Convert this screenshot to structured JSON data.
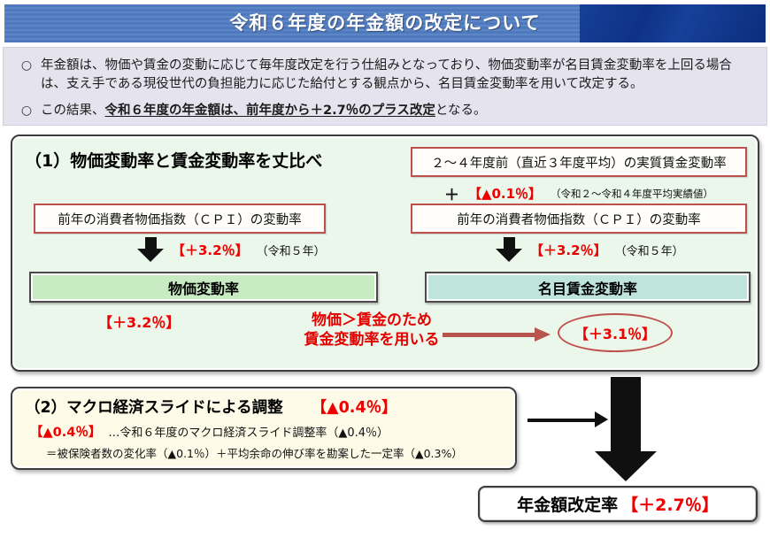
{
  "header": {
    "title": "令和６年度の年金額の改定について"
  },
  "intro": {
    "bullet_marker": "○",
    "bullet1": "年金額は、物価や賃金の変動に応じて毎年度改定を行う仕組みとなっており、物価変動率が名目賃金変動率を上回る場合は、支え手である現役世代の負担能力に応じた給付とする観点から、名目賃金変動率を用いて改定する。",
    "bullet2_pre": "この結果、",
    "bullet2_em": "令和６年度の年金額は、前年度から＋2.7％のプラス改定",
    "bullet2_post": "となる。"
  },
  "section1": {
    "heading": "（1）物価変動率と賃金変動率を丈比べ",
    "real_wage_box": "２～４年度前（直近３年度平均）の実質賃金変動率",
    "plus_sign": "＋",
    "plus_value": "【▲0.1％】",
    "plus_note": "（令和２～令和４年度平均実績値）",
    "left_cpi_box": "前年の消費者物価指数（ＣＰＩ）の変動率",
    "right_cpi_box": "前年の消費者物価指数（ＣＰＩ）の変動率",
    "left_arrow_value": "【＋3.2％】",
    "left_arrow_note": "（令和５年）",
    "right_arrow_value": "【＋3.2％】",
    "right_arrow_note": "（令和５年）",
    "price_bar": "物価変動率",
    "wage_bar": "名目賃金変動率",
    "price_result": "【＋3.2％】",
    "center_note_line1": "物価＞賃金のため",
    "center_note_line2": "賃金変動率を用いる",
    "wage_result": "【＋3.1％】"
  },
  "section2": {
    "heading": "（2）マクロ経済スライドによる調整",
    "heading_value": "【▲0.4％】",
    "line2_value": "【▲0.4％】",
    "line2_text": "…令和６年度のマクロ経済スライド調整率（▲0.4％）",
    "line3_text": "＝被保険者数の変化率（▲0.1％）＋平均余命の伸び率を勘案した一定率（▲0.3%）"
  },
  "result": {
    "label": "年金額改定率",
    "value": "【＋2.7％】"
  },
  "icons": {
    "down_arrow": "black-down-arrow",
    "flow_right_arrow": "black-right-arrow",
    "use_wage_arrow": "red-right-arrow"
  },
  "colors": {
    "header_blue": "#4f79bd",
    "header_navy": "#0e3285",
    "intro_bg": "#e4e3ee",
    "section1_bg": "#eaf7ea",
    "price_bar_bg": "#c8ebc3",
    "wage_bar_bg": "#bee4dc",
    "section2_bg": "#fdfbe7",
    "accent_red": "#ee0000",
    "border_red": "#c0504d"
  }
}
